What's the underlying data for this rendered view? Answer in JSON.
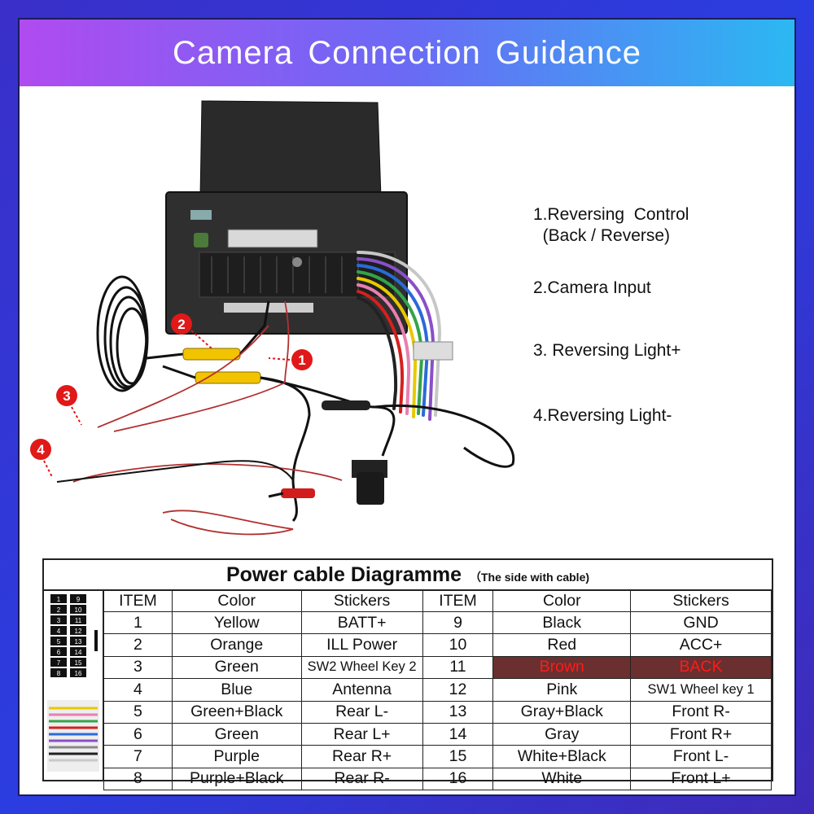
{
  "banner": {
    "title": "Camera Connection Guidance"
  },
  "callouts": [
    "1",
    "2",
    "3",
    "4"
  ],
  "legend": [
    "1.Reversing  Control",
    "  (Back / Reverse)",
    "2.Camera Input",
    "3. Reversing Light+",
    "4.Reversing Light-"
  ],
  "table": {
    "title": "Power cable Diagramme",
    "subtitle": "（The side with cable)",
    "headers": [
      "ITEM",
      "Color",
      "Stickers",
      "ITEM",
      "Color",
      "Stickers"
    ],
    "rows": [
      [
        "1",
        "Yellow",
        "BATT+",
        "9",
        "Black",
        "GND"
      ],
      [
        "2",
        "Orange",
        "ILL Power",
        "10",
        "Red",
        "ACC+"
      ],
      [
        "3",
        "Green",
        "SW2 Wheel Key 2",
        "11",
        "Brown",
        "BACK"
      ],
      [
        "4",
        "Blue",
        "Antenna",
        "12",
        "Pink",
        "SW1 Wheel key 1"
      ],
      [
        "5",
        "Green+Black",
        "Rear L-",
        "13",
        "Gray+Black",
        "Front R-"
      ],
      [
        "6",
        "Green",
        "Rear L+",
        "14",
        "Gray",
        "Front R+"
      ],
      [
        "7",
        "Purple",
        "Rear R+",
        "15",
        "White+Black",
        "Front L-"
      ],
      [
        "8",
        "Purple+Black",
        "Rear R-",
        "16",
        "White",
        "Front L+"
      ]
    ],
    "highlight_row": 2,
    "highlight_color": "#6b2f2f",
    "highlight_text_color": "#ff1a1a",
    "connector_pins": [
      [
        "1",
        "9"
      ],
      [
        "2",
        "10"
      ],
      [
        "3",
        "11"
      ],
      [
        "4",
        "12"
      ],
      [
        "5",
        "13"
      ],
      [
        "6",
        "14"
      ],
      [
        "7",
        "15"
      ],
      [
        "8",
        "16"
      ]
    ]
  },
  "colors": {
    "callout": "#e01818",
    "banner_start": "#b04bf0",
    "banner_end": "#2bb8f2",
    "rca_yellow": "#f2c400",
    "rca_red": "#d21c1c"
  }
}
